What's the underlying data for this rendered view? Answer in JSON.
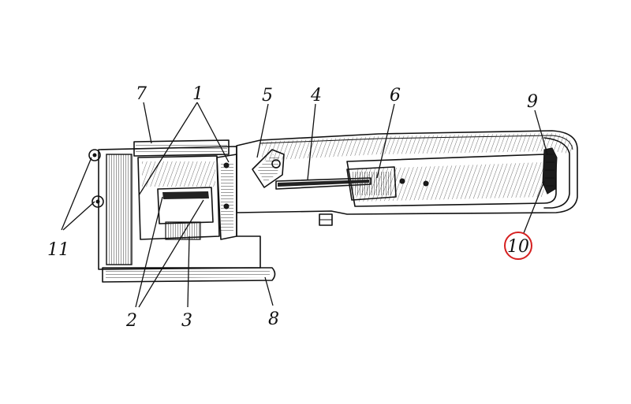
{
  "diagram": {
    "callouts": [
      {
        "id": "callout-7",
        "label": "7"
      },
      {
        "id": "callout-1",
        "label": "1"
      },
      {
        "id": "callout-5",
        "label": "5"
      },
      {
        "id": "callout-4",
        "label": "4"
      },
      {
        "id": "callout-6",
        "label": "6"
      },
      {
        "id": "callout-9",
        "label": "9"
      },
      {
        "id": "callout-11",
        "label": "11"
      },
      {
        "id": "callout-10",
        "label": "10"
      },
      {
        "id": "callout-2",
        "label": "2"
      },
      {
        "id": "callout-3",
        "label": "3"
      },
      {
        "id": "callout-8",
        "label": "8"
      }
    ],
    "highlight": {
      "callout": "10",
      "color": "#d62020"
    },
    "colors": {
      "ink": "#111111",
      "paper": "#ffffff"
    }
  }
}
